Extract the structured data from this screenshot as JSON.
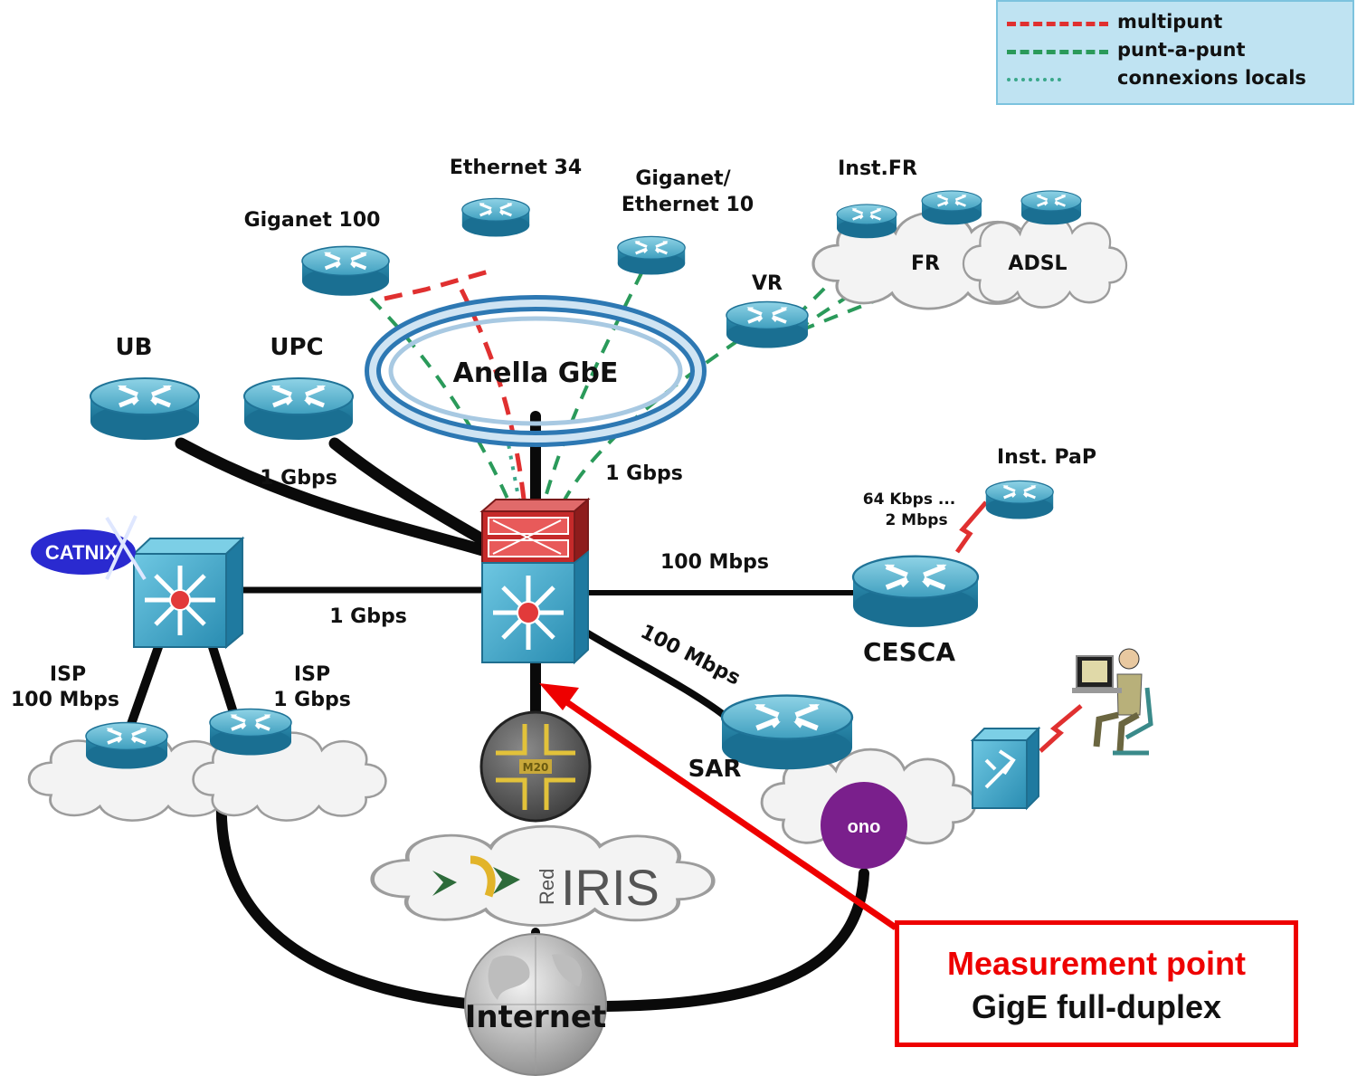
{
  "legend": {
    "items": [
      {
        "label": "multipunt",
        "color": "#e03030",
        "style": "dashed"
      },
      {
        "label": "punt-a-punt",
        "color": "#2a9a5a",
        "style": "dashed"
      },
      {
        "label": "connexions locals",
        "color": "#3aa88a",
        "style": "dotted"
      }
    ]
  },
  "ring": {
    "label": "Anella GbE"
  },
  "nodes": {
    "ethernet34": "Ethernet 34",
    "giganet_ethernet10_line1": "Giganet/",
    "giganet_ethernet10_line2": "Ethernet 10",
    "giganet100": "Giganet 100",
    "instfr": "Inst.FR",
    "fr": "FR",
    "adsl": "ADSL",
    "vr": "VR",
    "ub": "UB",
    "upc": "UPC",
    "inst_pap": "Inst. PaP",
    "cesca": "CESCA",
    "sar": "SAR",
    "isp_left_line1": "ISP",
    "isp_left_line2": "100 Mbps",
    "isp_right_line1": "ISP",
    "isp_right_line2": "1 Gbps",
    "catnix": "CATNIX",
    "m20": "M20",
    "rediris_prefix": "Red",
    "rediris": "IRIS",
    "ono": "ono",
    "internet": "Internet"
  },
  "links": {
    "upc_speed": "1 Gbps",
    "ring_speed": "1 Gbps",
    "cesca_speed": "100 Mbps",
    "catnix_speed": "1 Gbps",
    "sar_speed": "100 Mbps",
    "pap_speed_line1": "64 Kbps ...",
    "pap_speed_line2": "2 Mbps"
  },
  "callout": {
    "line1": "Measurement point",
    "line2": "GigE full-duplex"
  },
  "colors": {
    "router": "#3fa7c6",
    "ring": "#3d86c0",
    "accent": "#ee0000",
    "cloud": "#f4f4f4"
  }
}
